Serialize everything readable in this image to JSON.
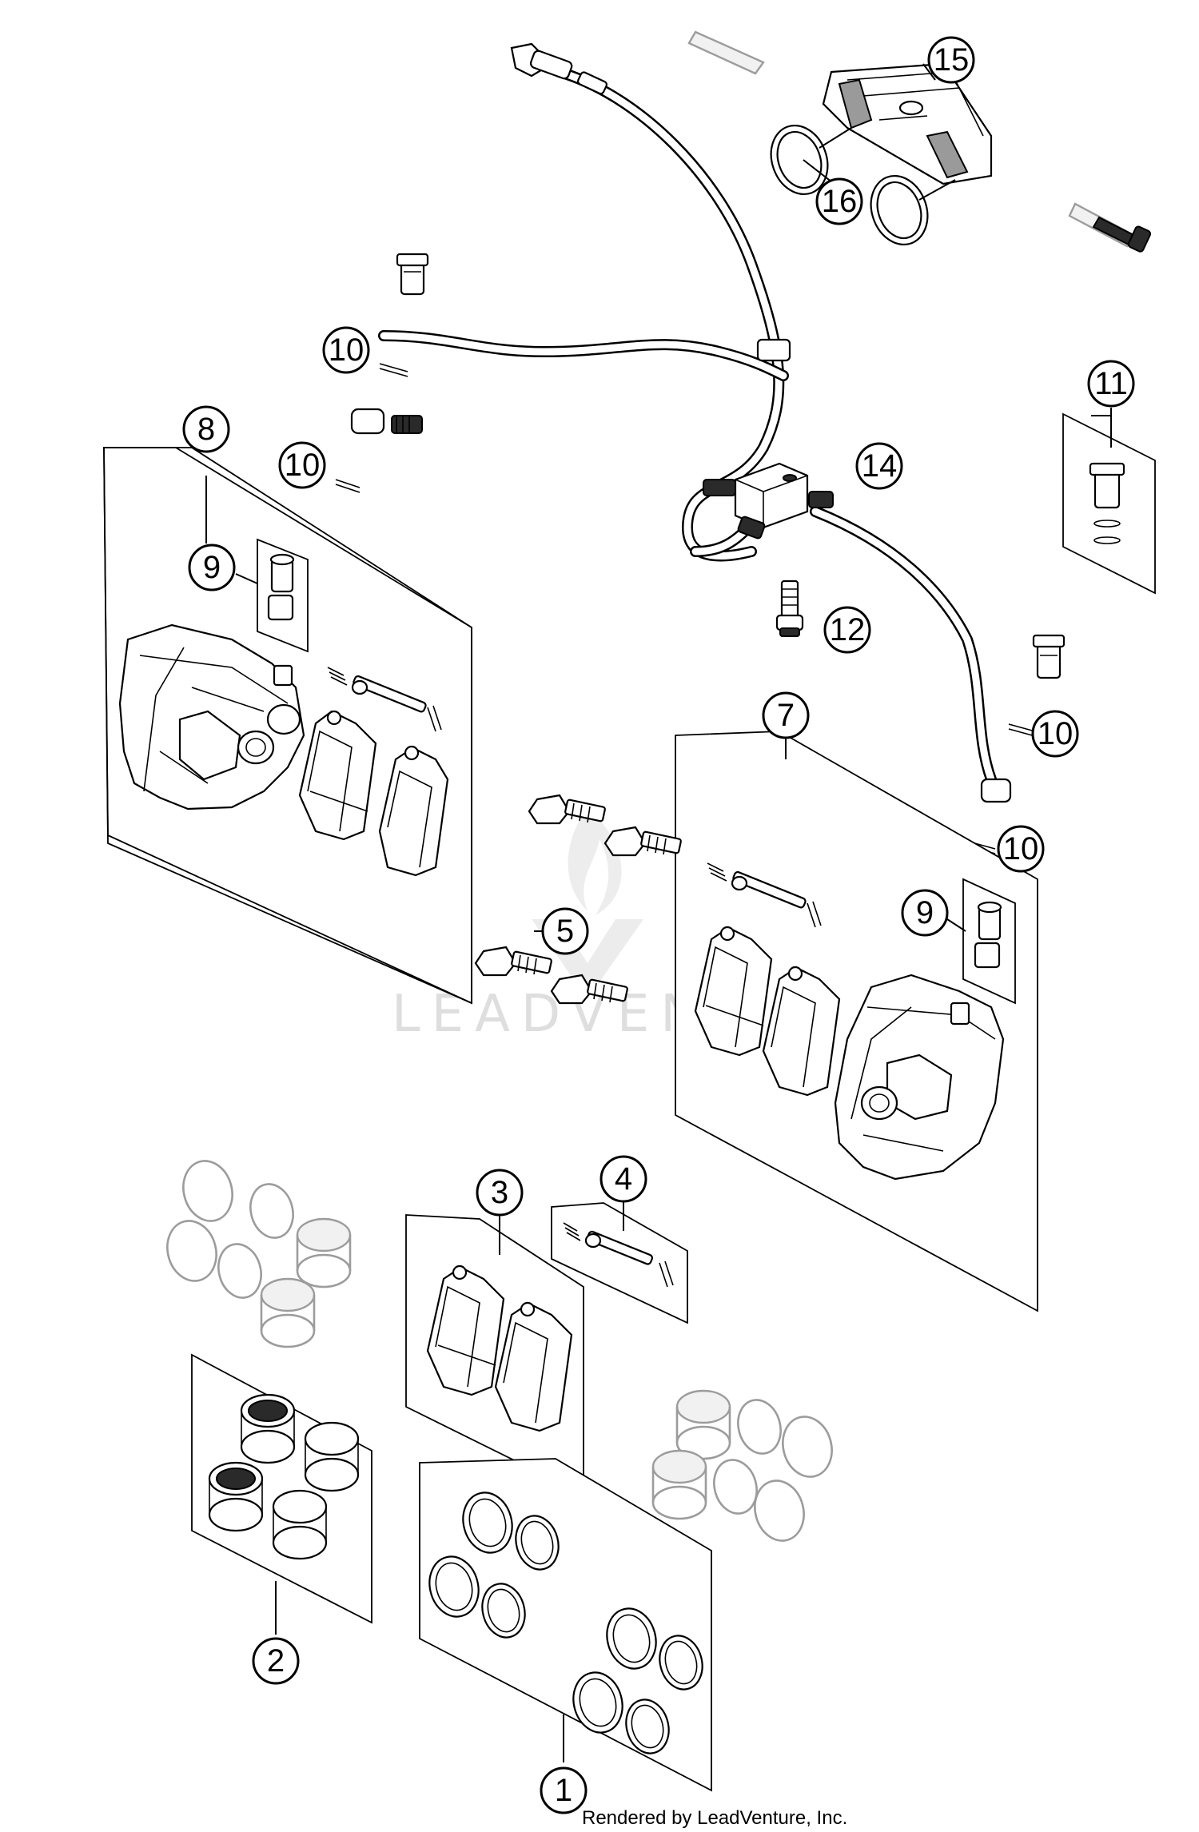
{
  "watermark": {
    "text": "LEADVENTURE"
  },
  "footer": {
    "credit": "Rendered by LeadVenture, Inc."
  },
  "callouts": {
    "c1": "1",
    "c2": "2",
    "c3": "3",
    "c4": "4",
    "c5": "5",
    "c7": "7",
    "c8": "8",
    "c9a": "9",
    "c9b": "9",
    "c10a": "10",
    "c10b": "10",
    "c10c": "10",
    "c10d": "10",
    "c11": "11",
    "c12": "12",
    "c14": "14",
    "c15": "15",
    "c16": "16"
  }
}
